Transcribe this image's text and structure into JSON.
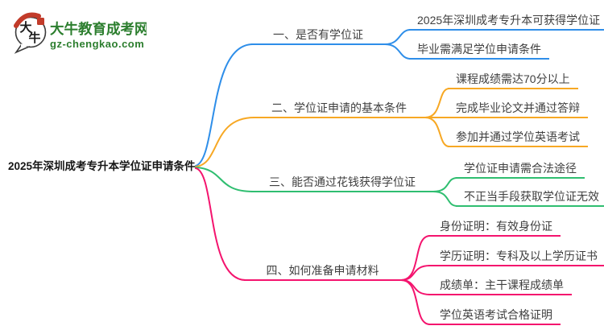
{
  "logo": {
    "bubble_text_top": "大",
    "bubble_text_bottom": "牛",
    "title": "大牛教育成考网",
    "domain": "gz-chengkao.com",
    "title_color": "#2C7E2E",
    "seal_color": "#C23B2A"
  },
  "mindmap": {
    "root": {
      "label": "2025年深圳成考专升本学位证申请条件"
    },
    "branches": [
      {
        "label": "一、是否有学位证",
        "color": "#2E8EE9",
        "children": [
          {
            "label": "2025年深圳成考专升本可获得学位证"
          },
          {
            "label": "毕业需满足学位申请条件"
          }
        ]
      },
      {
        "label": "二、学位证申请的基本条件",
        "color": "#F7A824",
        "children": [
          {
            "label": "课程成绩需达70分以上"
          },
          {
            "label": "完成毕业论文并通过答辩"
          },
          {
            "label": "参加并通过学位英语考试"
          }
        ]
      },
      {
        "label": "三、能否通过花钱获得学位证",
        "color": "#2FBE70",
        "children": [
          {
            "label": "学位证申请需合法途径"
          },
          {
            "label": "不正当手段获取学位证无效"
          }
        ]
      },
      {
        "label": "四、如何准备申请材料",
        "color": "#F4146E",
        "children": [
          {
            "label": "身份证明：有效身份证"
          },
          {
            "label": "学历证明：专科及以上学历证书"
          },
          {
            "label": "成绩单：主干课程成绩单"
          },
          {
            "label": "学位英语考试合格证明"
          }
        ]
      }
    ]
  }
}
